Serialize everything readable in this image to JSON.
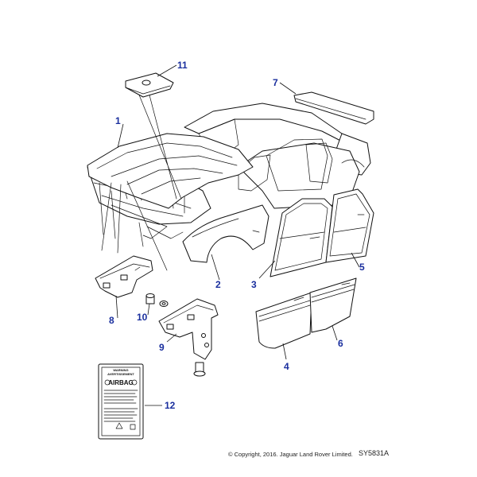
{
  "diagram": {
    "callouts": [
      {
        "id": "1",
        "label": "1"
      },
      {
        "id": "2",
        "label": "2"
      },
      {
        "id": "3",
        "label": "3"
      },
      {
        "id": "4",
        "label": "4"
      },
      {
        "id": "5",
        "label": "5"
      },
      {
        "id": "6",
        "label": "6"
      },
      {
        "id": "7",
        "label": "7"
      },
      {
        "id": "8",
        "label": "8"
      },
      {
        "id": "9",
        "label": "9"
      },
      {
        "id": "10",
        "label": "10"
      },
      {
        "id": "11",
        "label": "11"
      },
      {
        "id": "12",
        "label": "12"
      }
    ],
    "warning_label": {
      "heading_1": "WARNING",
      "heading_2": "AVERTISSEMENT",
      "title": "AIRBAG"
    }
  },
  "footer": {
    "copyright": "© Copyright, 2016. Jaguar Land Rover Limited.",
    "reference": "SY5831A"
  },
  "colors": {
    "callout": "#1a2f9e",
    "line": "#111111",
    "background": "#ffffff"
  }
}
